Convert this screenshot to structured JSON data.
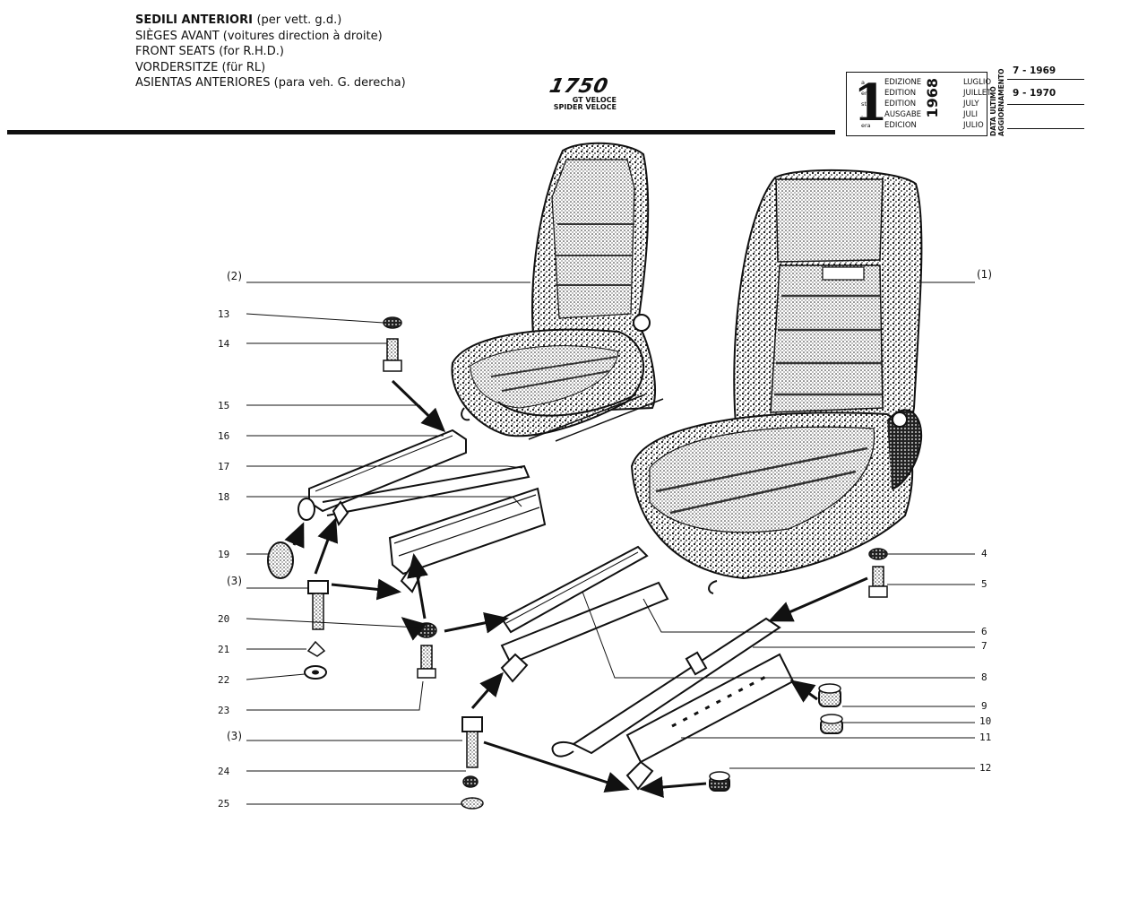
{
  "header": {
    "lines": [
      {
        "main": "SEDILI ANTERIORI",
        "sub": "(per vett. g.d.)"
      },
      {
        "main": "SIÈGES AVANT",
        "sub": "(voitures direction à droite)"
      },
      {
        "main": "FRONT SEATS",
        "sub": "(for R.H.D.)"
      },
      {
        "main": "VORDERSITZE",
        "sub": "(für RL)"
      },
      {
        "main": "ASIENTAS ANTERIORES",
        "sub": "(para veh. G. derecha)"
      }
    ]
  },
  "model": {
    "number": "1750",
    "variant1": "GT VELOCE",
    "variant2": "SPIDER VELOCE"
  },
  "edition": {
    "digit": "1",
    "year": "1968",
    "rows": [
      {
        "suffix": "a",
        "label": "EDIZIONE",
        "month": "LUGLIO"
      },
      {
        "suffix": "ere",
        "label": "EDITION",
        "month": "JUILLET"
      },
      {
        "suffix": "st",
        "label": "EDITION",
        "month": "JULY"
      },
      {
        "suffix": ".",
        "label": "AUSGABE",
        "month": "JULI"
      },
      {
        "suffix": "era",
        "label": "EDICION",
        "month": "JULIO"
      }
    ],
    "update_label_1": "DATA ULTIMO",
    "update_label_2": "AGGIORNAMENTO",
    "updates": [
      "7 - 1969",
      "9 - 1970"
    ]
  },
  "callouts": {
    "c2": "(2)",
    "c1": "(1)",
    "c13": "13",
    "c14": "14",
    "c15": "15",
    "c16": "16",
    "c17": "17",
    "c18": "18",
    "c19": "19",
    "c3a": "(3)",
    "c20": "20",
    "c21": "21",
    "c22": "22",
    "c23": "23",
    "c3b": "(3)",
    "c24": "24",
    "c25": "25",
    "c4": "4",
    "c5": "5",
    "c6": "6",
    "c7": "7",
    "c8": "8",
    "c9": "9",
    "c10": "10",
    "c11": "11",
    "c12": "12"
  }
}
